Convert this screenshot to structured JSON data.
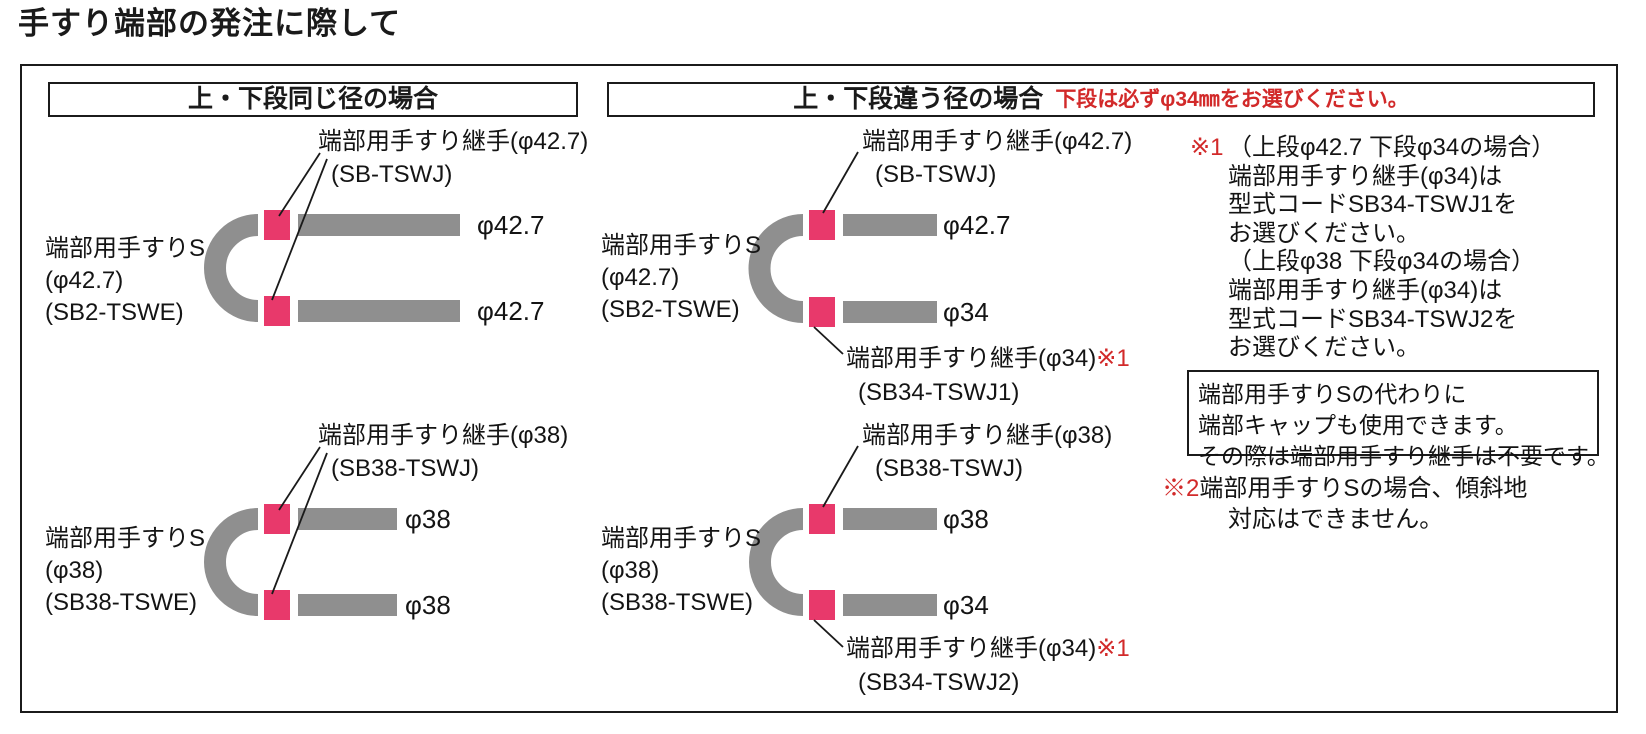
{
  "page_title": "手すり端部の発注に際して",
  "colors": {
    "rail_gray": "#8f8f8f",
    "joint_pink": "#e8396b",
    "note_red": "#d22a2a",
    "line_black": "#1b1b1b"
  },
  "sections": {
    "same": {
      "header": "上・下段同じ径の場合",
      "diagrams": [
        {
          "joint_line1": "端部用手すり継手(φ42.7)",
          "joint_line2": "(SB-TSWJ)",
          "end_line1": "端部用手すりS",
          "end_line2": "(φ42.7)",
          "end_line3": "(SB2-TSWE)",
          "upper_dia": "φ42.7",
          "lower_dia": "φ42.7"
        },
        {
          "joint_line1": "端部用手すり継手(φ38)",
          "joint_line2": "(SB38-TSWJ)",
          "end_line1": "端部用手すりS",
          "end_line2": "(φ38)",
          "end_line3": "(SB38-TSWE)",
          "upper_dia": "φ38",
          "lower_dia": "φ38"
        }
      ]
    },
    "diff": {
      "header": "上・下段違う径の場合",
      "header_note": "下段は必ずφ34㎜をお選びください。",
      "diagrams": [
        {
          "joint_line1": "端部用手すり継手(φ42.7)",
          "joint_line2": "(SB-TSWJ)",
          "end_line1": "端部用手すりS",
          "end_line2": "(φ42.7)",
          "end_line3": "(SB2-TSWE)",
          "upper_dia": "φ42.7",
          "lower_dia": "φ34",
          "lower_joint_line1": "端部用手すり継手(φ34)",
          "lower_joint_ref": "※1",
          "lower_joint_line2": "(SB34-TSWJ1)"
        },
        {
          "joint_line1": "端部用手すり継手(φ38)",
          "joint_line2": "(SB38-TSWJ)",
          "end_line1": "端部用手すりS",
          "end_line2": "(φ38)",
          "end_line3": "(SB38-TSWE)",
          "upper_dia": "φ38",
          "lower_dia": "φ34",
          "lower_joint_line1": "端部用手すり継手(φ34)",
          "lower_joint_ref": "※1",
          "lower_joint_line2": "(SB34-TSWJ2)"
        }
      ]
    }
  },
  "notes": {
    "note1": {
      "marker": "※1",
      "lines": [
        "（上段φ42.7 下段φ34の場合）",
        "端部用手すり継手(φ34)は",
        "型式コードSB34-TSWJ1を",
        "お選びください。",
        "（上段φ38 下段φ34の場合）",
        "端部用手すり継手(φ34)は",
        "型式コードSB34-TSWJ2を",
        "お選びください。"
      ]
    },
    "cap_box": {
      "lines": [
        "端部用手すりSの代わりに",
        "端部キャップも使用できます。",
        "その際は端部用手すり継手は不要です。"
      ]
    },
    "note2": {
      "marker": "※2",
      "line1": "端部用手すりSの場合、傾斜地",
      "line2": "対応はできません。"
    }
  }
}
